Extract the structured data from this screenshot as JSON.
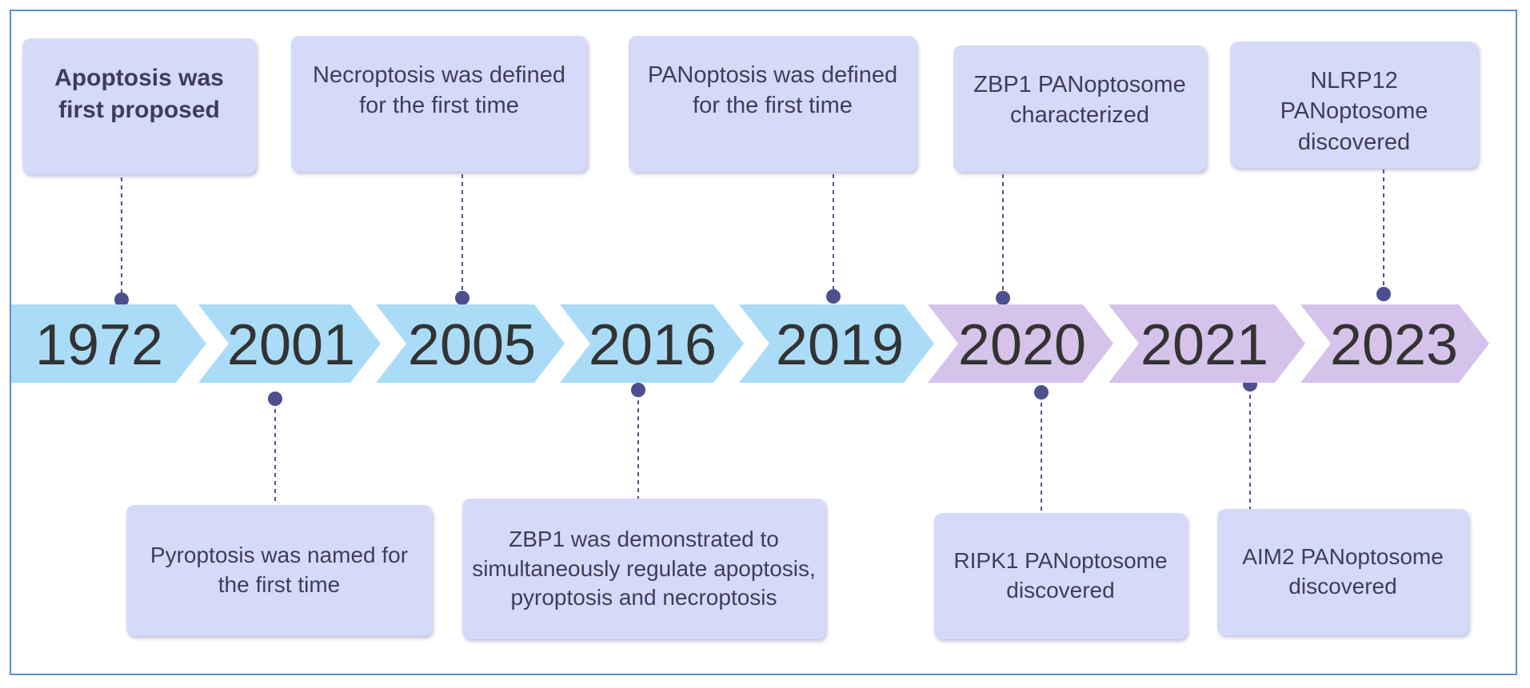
{
  "timeline": {
    "years": [
      {
        "label": "1972",
        "color": "#aadcf7"
      },
      {
        "label": "2001",
        "color": "#aadcf7"
      },
      {
        "label": "2005",
        "color": "#aadcf7"
      },
      {
        "label": "2016",
        "color": "#aadcf7"
      },
      {
        "label": "2019",
        "color": "#aadcf7"
      },
      {
        "label": "2020",
        "color": "#d6c3ec"
      },
      {
        "label": "2021",
        "color": "#d6c3ec"
      },
      {
        "label": "2023",
        "color": "#d6c3ec"
      }
    ],
    "connector_color": "#4e4f8e",
    "events_top": [
      {
        "year": "1972",
        "text": "Apoptosis was first proposed"
      },
      {
        "year": "2005",
        "text": "Necroptosis was defined for the first time"
      },
      {
        "year": "2019",
        "text": "PANoptosis was defined for the first time"
      },
      {
        "year": "2020",
        "text": "ZBP1 PANoptosome characterized"
      },
      {
        "year": "2023",
        "text": "NLRP12 PANoptosome discovered"
      }
    ],
    "events_bottom": [
      {
        "year": "2001",
        "text": "Pyroptosis was named for the first time"
      },
      {
        "year": "2016",
        "text": "ZBP1 was demonstrated to simultaneously regulate apoptosis, pyroptosis and necroptosis"
      },
      {
        "year": "2020",
        "text": "RIPK1 PANoptosome discovered"
      },
      {
        "year": "2021",
        "text": "AIM2 PANoptosome discovered"
      }
    ]
  }
}
